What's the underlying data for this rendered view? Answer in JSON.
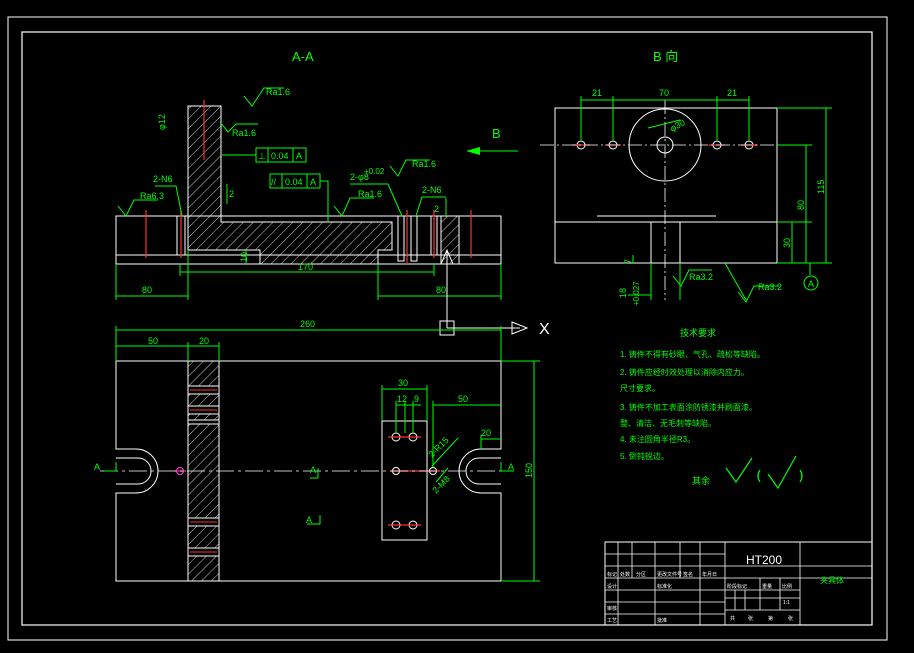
{
  "views": {
    "section_title": "A-A",
    "view_b_title": "B 向",
    "arrow_label": "B",
    "axis_label": "X"
  },
  "section": {
    "surface_top": "Ra1.6",
    "surface_left": "Ra6.3",
    "surface_web": "Ra1.6",
    "surface_mid": "Ra1.6",
    "surface_right": "Ra1.6",
    "holes_left": "2-N6",
    "holes_right": "2-N6",
    "holes_mid": "2-φ8",
    "tol_hole": "+0.02",
    "dia_top": "φ12",
    "gdt1_sym": "⊥",
    "gdt1_val": "0.04",
    "gdt1_ref": "A",
    "gdt2_sym": "//",
    "gdt2_val": "0.04",
    "gdt2_ref": "A",
    "dim_2a": "2",
    "dim_2b": "2",
    "dim_10": "10",
    "dim_170": "170",
    "dim_80a": "80",
    "dim_80b": "80"
  },
  "view_b": {
    "dim_21a": "21",
    "dim_70": "70",
    "dim_21b": "21",
    "dia_center": "φ30",
    "dim_115": "115",
    "dim_80": "80",
    "dim_30": "30",
    "dim_7": "7",
    "dim_18": "18",
    "tol_18": "+0.027",
    "ra_bottom1": "Ra3.2",
    "ra_bottom2": "Ra3.2",
    "datum": "A"
  },
  "plan": {
    "dim_260": "260",
    "dim_50a": "50",
    "dim_20a": "20",
    "dim_30": "30",
    "dim_12": "12",
    "dim_9": "9",
    "dim_50b": "50",
    "dim_20b": "20",
    "dim_150": "150",
    "callout_r": "2-R15",
    "callout_m": "2-M8",
    "sec_left": "A",
    "sec_right": "A",
    "sec_mid1": "A",
    "sec_mid2": "A"
  },
  "tech_req": {
    "title": "技术要求",
    "items": [
      "1.  铸件不得有砂眼、气孔、疏松等缺陷。",
      "2.  铸件应经时效处理以消除内应力。",
      "    尺寸要求。",
      "3.  铸件不加工表面涂防锈漆并刷面漆。",
      "    整、清洁、无毛刺等缺陷。",
      "4.  未注圆角半径R3。",
      "5.  倒钝锐边。"
    ],
    "rest_label": "其余"
  },
  "title_block": {
    "material": "HT200",
    "part_name": "夹具体",
    "h1": "标记",
    "h2": "处数",
    "h3": "分区",
    "h4": "更改文件号",
    "h5": "签名",
    "h6": "年月日",
    "r1": "设计",
    "r2": "标准化",
    "r3": "审核",
    "r4": "工艺",
    "r5": "批准",
    "s1": "阶段标记",
    "s2": "重量",
    "s3": "比例",
    "s4": "1:1",
    "s5": "共",
    "s6": "张",
    "s7": "第",
    "s8": "张"
  }
}
